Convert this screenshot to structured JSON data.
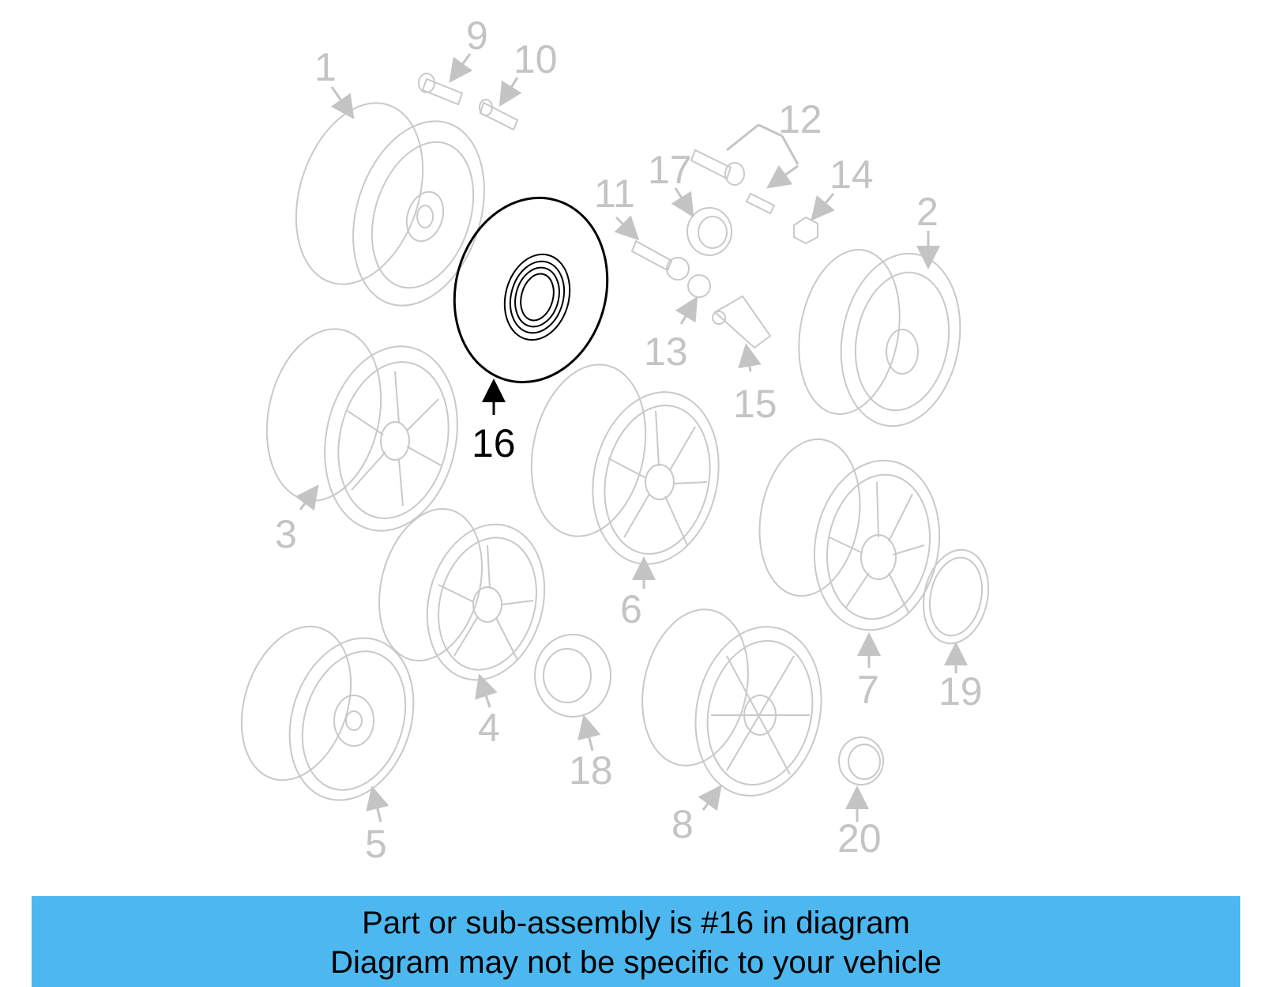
{
  "diagram": {
    "highlighted_part": "16",
    "callouts": [
      "1",
      "2",
      "3",
      "4",
      "5",
      "6",
      "7",
      "8",
      "9",
      "10",
      "11",
      "12",
      "13",
      "14",
      "15",
      "16",
      "17",
      "18",
      "19",
      "20"
    ],
    "colors": {
      "highlight": "#000000",
      "inactive": "#c4c4c4",
      "banner": "#4db8f0"
    }
  },
  "banner": {
    "line1": "Part or sub-assembly is #16 in diagram",
    "line2": "Diagram may not be specific to your vehicle"
  }
}
